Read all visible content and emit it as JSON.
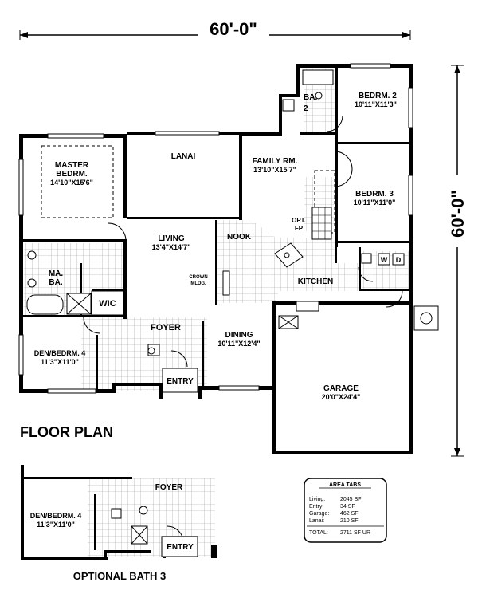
{
  "dimensions": {
    "width_label": "60'-0\"",
    "depth_label": "60'-0\""
  },
  "rooms": {
    "bedrm2": {
      "name": "BEDRM. 2",
      "size": "10'11\"X11'3\""
    },
    "bath2": {
      "name": "BA.",
      "number": "2"
    },
    "master": {
      "name1": "MASTER",
      "name2": "BEDRM.",
      "size": "14'10\"X15'6\""
    },
    "lanai": {
      "name": "LANAI"
    },
    "family": {
      "name": "FAMILY RM.",
      "size": "13'10\"X15'7\""
    },
    "bedrm3": {
      "name": "BEDRM. 3",
      "size": "10'11\"X11'0\""
    },
    "opt_fp": {
      "line1": "OPT.",
      "line2": "FP"
    },
    "living": {
      "name": "LIVING",
      "size": "13'4\"X14'7\""
    },
    "nook": {
      "name": "NOOK"
    },
    "crown": {
      "line1": "CROWN",
      "line2": "MLDG."
    },
    "kitchen": {
      "name": "KITCHEN"
    },
    "master_bath": {
      "line1": "MA.",
      "line2": "BA."
    },
    "wic": {
      "name": "WIC"
    },
    "foyer": {
      "name": "FOYER"
    },
    "den": {
      "name": "DEN/BEDRM. 4",
      "size": "11'3\"X11'0\""
    },
    "dining": {
      "name": "DINING",
      "size": "10'11\"X12'4\""
    },
    "entry": {
      "name": "ENTRY"
    },
    "garage": {
      "name": "GARAGE",
      "size": "20'0\"X24'4\""
    },
    "laundry": {
      "w": "W",
      "d": "D"
    }
  },
  "floor_plan_title": "FLOOR PLAN",
  "optional": {
    "title": "OPTIONAL BATH 3",
    "foyer": "FOYER",
    "den": "DEN/BEDRM. 4",
    "den_size": "11'3\"X11'0\"",
    "entry": "ENTRY"
  },
  "area_tabs": {
    "title": "AREA TABS",
    "rows": [
      {
        "label": "Living:",
        "value": "2045 SF"
      },
      {
        "label": "Entry:",
        "value": "34 SF"
      },
      {
        "label": "Garage:",
        "value": "462 SF"
      },
      {
        "label": "Lanai:",
        "value": "210 SF"
      }
    ],
    "total_label": "TOTAL:",
    "total_value": "2711 SF UR"
  }
}
